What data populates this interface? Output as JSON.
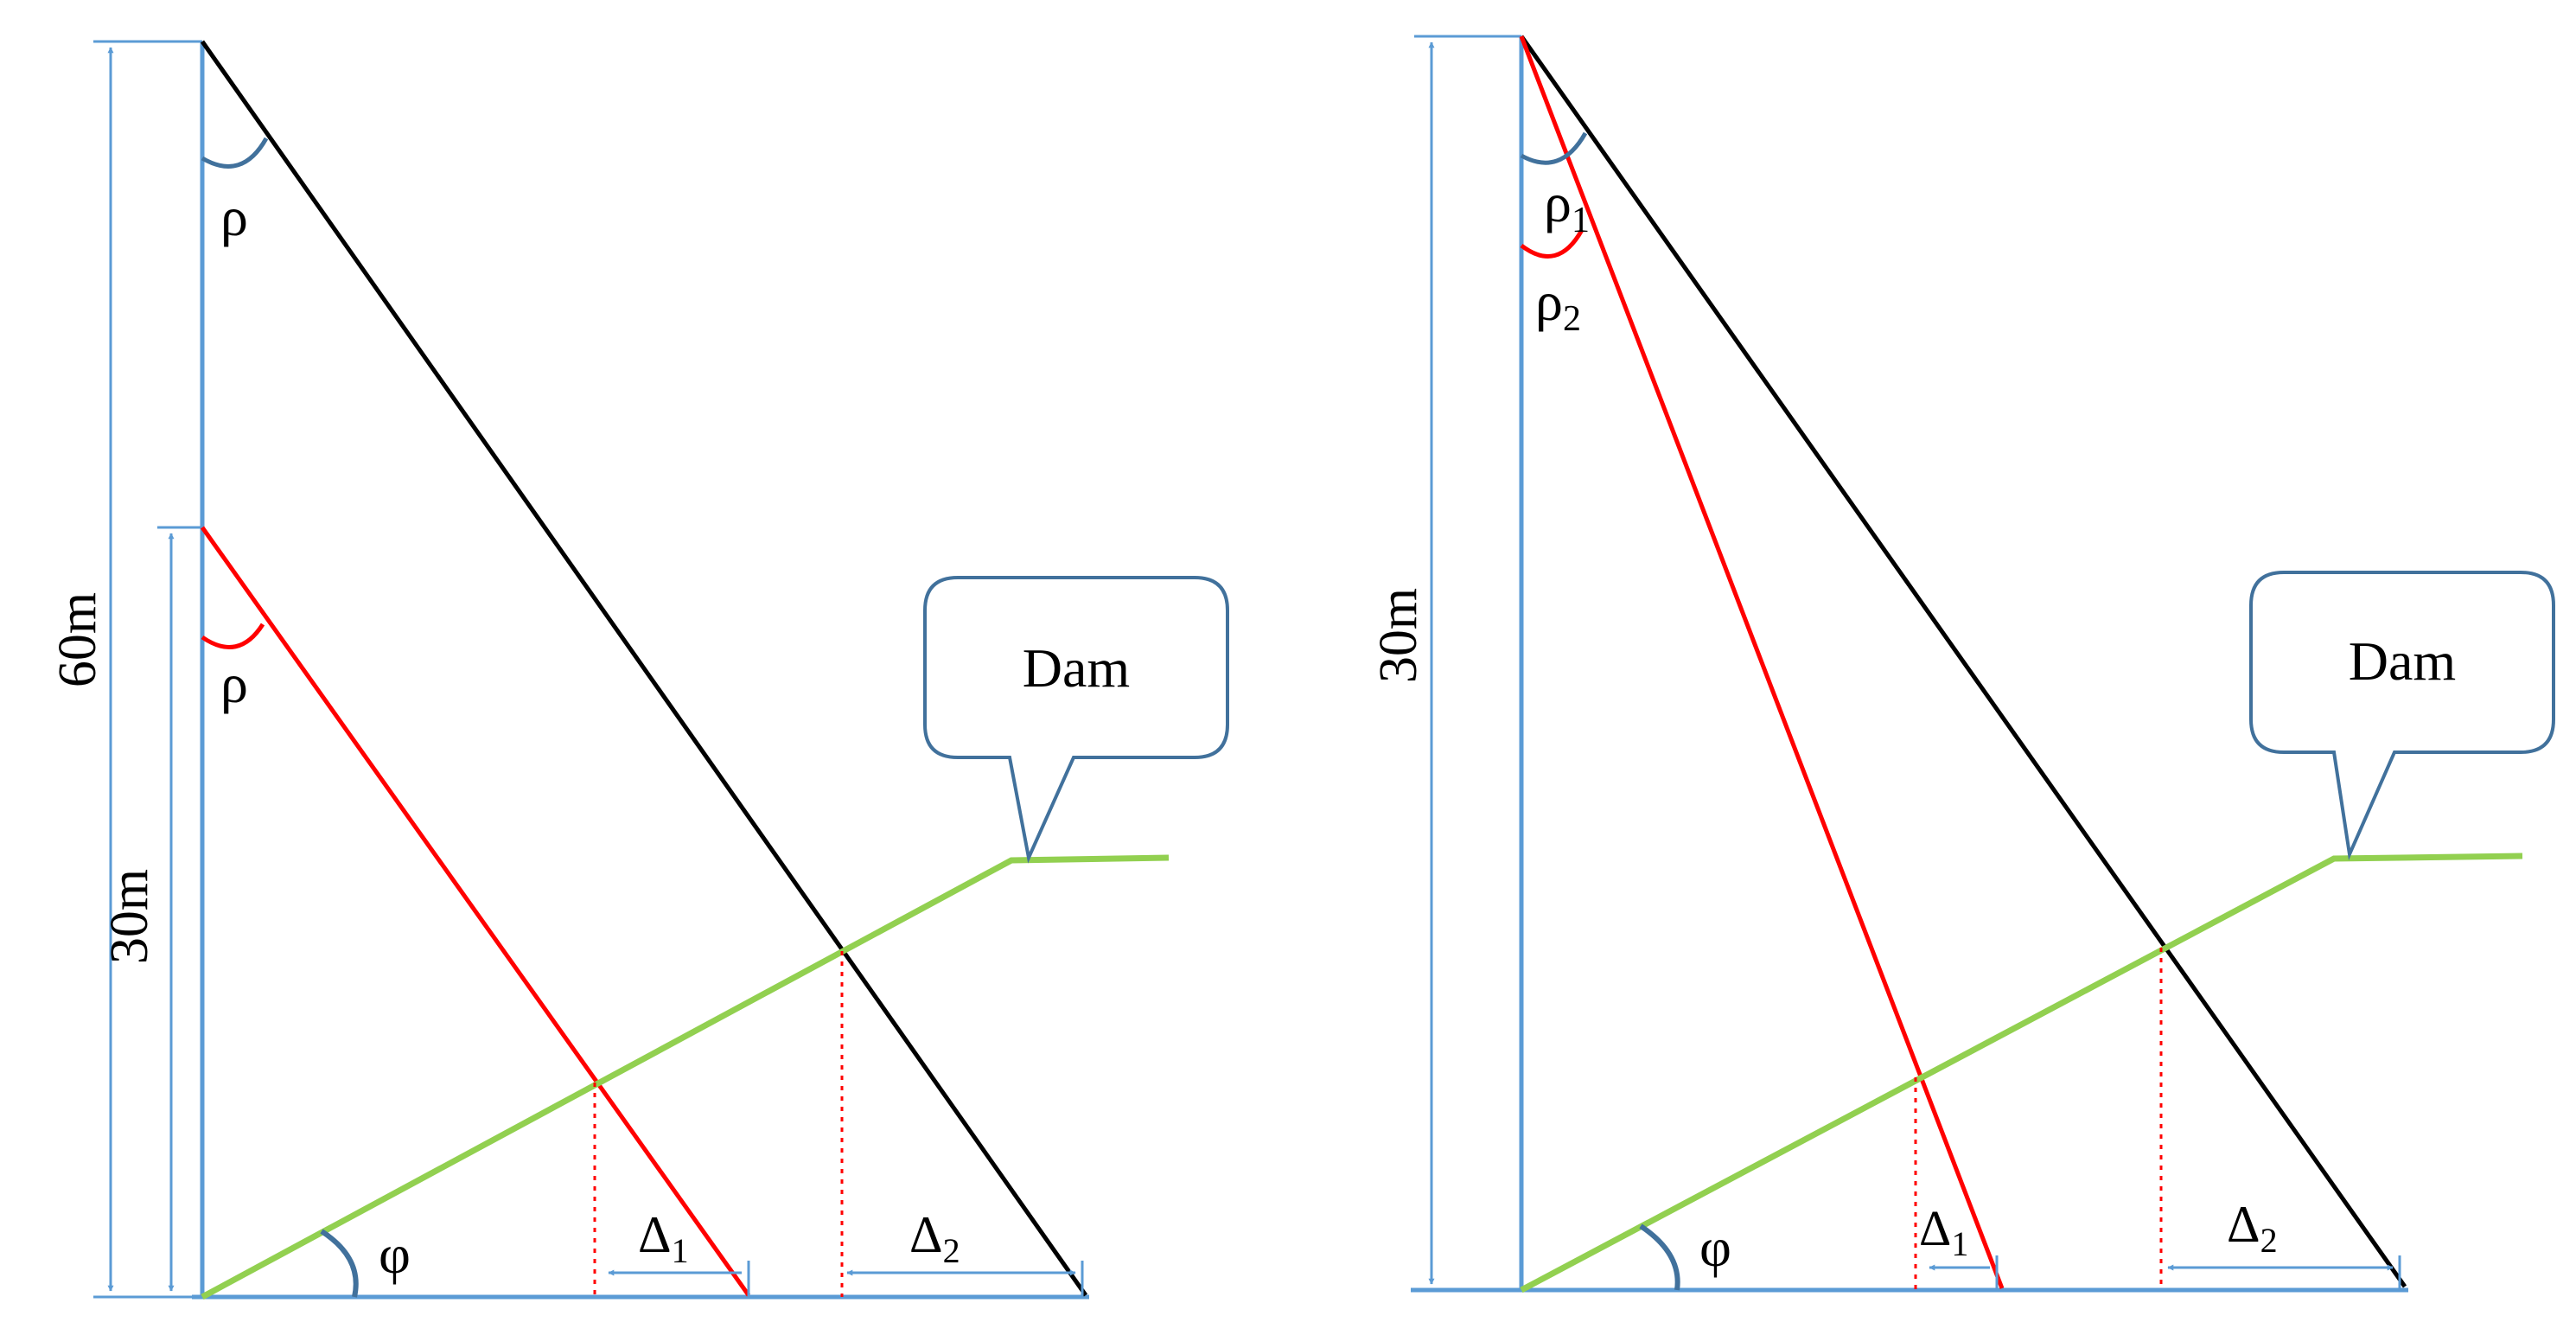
{
  "colors": {
    "dimension": "#5b9bd5",
    "dimension_dark": "#41719c",
    "black_ray": "#000000",
    "red_ray": "#ff0000",
    "slope": "#92d050",
    "callout_border": "#41719c",
    "guide": "#ff0000"
  },
  "left_panel": {
    "height_labels": [
      "60m",
      "30m"
    ],
    "angle_black": "ρ",
    "angle_red": "ρ",
    "angle_slope": "φ",
    "delta1": {
      "base": "Δ",
      "sub": "1"
    },
    "delta2": {
      "base": "Δ",
      "sub": "2"
    },
    "callout": "Dam"
  },
  "right_panel": {
    "height_label": "30m",
    "angle_black": {
      "base": "ρ",
      "sub": "1"
    },
    "angle_red": {
      "base": "ρ",
      "sub": "2"
    },
    "angle_slope": "φ",
    "delta1": {
      "base": "Δ",
      "sub": "1"
    },
    "delta2": {
      "base": "Δ",
      "sub": "2"
    },
    "callout": "Dam"
  }
}
